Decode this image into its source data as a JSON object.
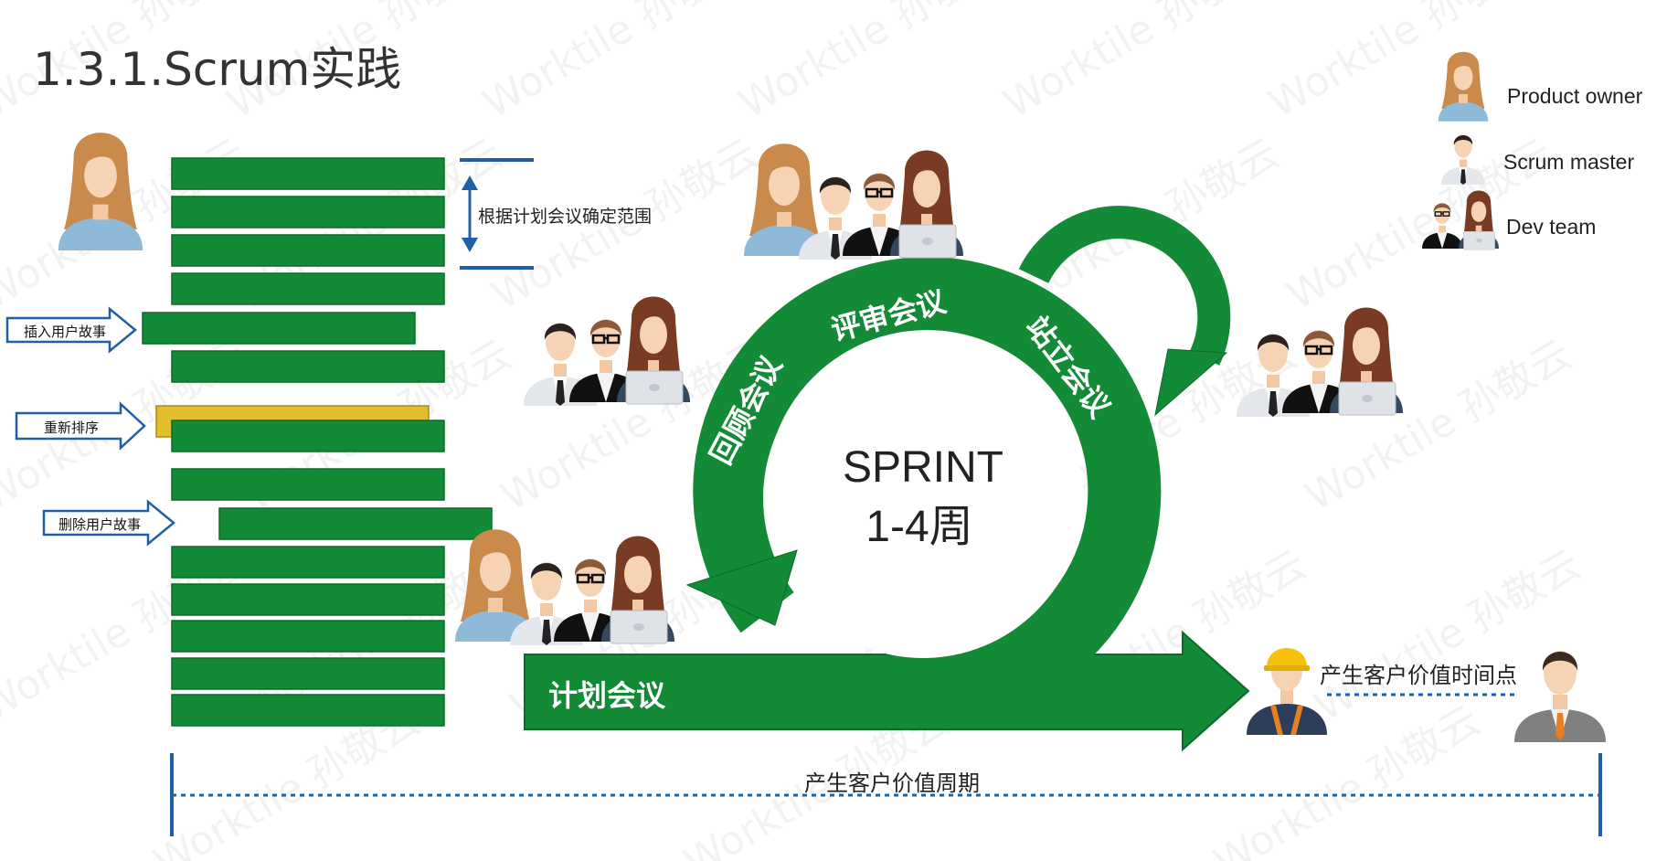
{
  "title": "1.3.1.Scrum实践",
  "legend": {
    "product_owner": "Product owner",
    "scrum_master": "Scrum master",
    "dev_team": "Dev team"
  },
  "backlog": {
    "scope_label": "根据计划会议确定范围",
    "insert_label": "插入用户故事",
    "reorder_label": "重新排序",
    "delete_label": "删除用户故事"
  },
  "sprint": {
    "center_line1": "SPRINT",
    "center_line2": "1-4周",
    "review": "评审会议",
    "retro": "回顾会议",
    "standup": "站立会议",
    "planning": "计划会议"
  },
  "value": {
    "time_point": "产生客户价值时间点",
    "cycle": "产生客户价值周期"
  },
  "watermark": "Worktile 孙敬云",
  "colors": {
    "green": "#128A36",
    "green_border": "#0B6B28",
    "yellow": "#E3BE2C",
    "blue": "#1F5FA8"
  }
}
